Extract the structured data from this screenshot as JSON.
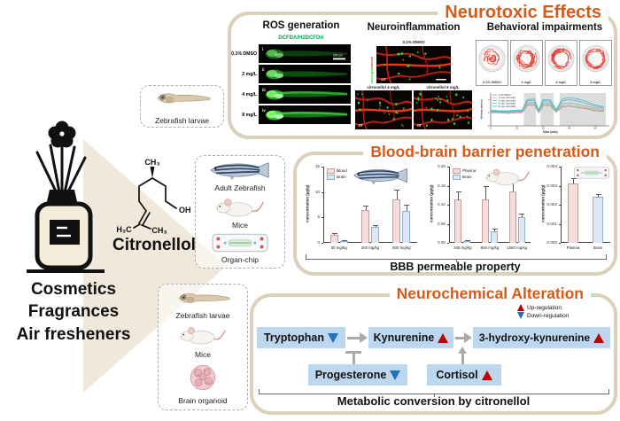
{
  "source": {
    "products": [
      "Cosmetics",
      "Fragrances",
      "Air fresheners"
    ],
    "compound": "Citronellol",
    "structure_labels": {
      "top": "CH₃",
      "oh": "OH",
      "left": "H₃C",
      "right": "CH₃"
    }
  },
  "models": {
    "larvae_top": "Zebrafish larvae",
    "adult_box": [
      "Adult Zebrafish",
      "Mice",
      "Organ-chip"
    ],
    "bottom_box": [
      "Zebrafish larvae",
      "Mice",
      "Brain organoid"
    ]
  },
  "neurotoxic": {
    "title": "Neurotoxic Effects",
    "ros": {
      "title": "ROS generation",
      "stain": "DCFDA/H2DCFDA",
      "scale_bar": "200 μm",
      "rows": [
        {
          "dose": "0.1% DMSO",
          "numeral": "i",
          "intensity": 0.5
        },
        {
          "dose": "2 mg/L",
          "numeral": "ii",
          "intensity": 0.68
        },
        {
          "dose": "4 mg/L",
          "numeral": "iii",
          "intensity": 0.85
        },
        {
          "dose": "8 mg/L",
          "numeral": "iv",
          "intensity": 1.0
        }
      ]
    },
    "neuroinflammation": {
      "title": "Neuroinflammation",
      "conditions": [
        "0.1% DMSO",
        "citronellol 4 mg/L",
        "citronellol 8 mg/L"
      ],
      "region_label": "OT",
      "side_label_green": "microglia",
      "side_label_red": "vessel"
    },
    "behavioral": {
      "title": "Behavioral impairments",
      "dish_labels": [
        "0.1% DMSO",
        "2 mg/L",
        "4 mg/L",
        "8 mg/L"
      ]
    }
  },
  "bbb": {
    "title": "Blood-brain barrier penetration",
    "brace_label": "BBB permeable property"
  },
  "neurochem": {
    "title": "Neurochemical Alteration",
    "legend": {
      "up": "Up-regulation",
      "down": "Down-regulation"
    },
    "nodes": {
      "tryptophan": {
        "label": "Tryptophan",
        "direction": "down"
      },
      "kynurenine": {
        "label": "Kynurenine",
        "direction": "up"
      },
      "hydroxykynurenine": {
        "label": "3-hydroxy-kynurenine",
        "direction": "up"
      },
      "progesterone": {
        "label": "Progesterone",
        "direction": "down"
      },
      "cortisol": {
        "label": "Cortisol",
        "direction": "up"
      }
    },
    "brace_label": "Metabolic conversion by citronellol"
  },
  "colors": {
    "accent_orange": "#D85A17",
    "panel_border": "#DAD2B8",
    "node_blue": "#BDD7EE",
    "up_red": "#C00000",
    "down_blue": "#2272B4",
    "stain_green": "#00A651"
  },
  "chart_data": [
    {
      "type": "bar",
      "id": "zebrafish-bbb",
      "ylabel": "concentration (μg/g)",
      "ylim": [
        0,
        15
      ],
      "yticks": [
        "0",
        "5",
        "10",
        "15"
      ],
      "categories": [
        "50 mg/kg",
        "200 mg/kg",
        "500 mg/kg"
      ],
      "series": [
        {
          "name": "Blood",
          "values": [
            1.5,
            6.5,
            8.5
          ],
          "errors": [
            0.5,
            0.8,
            2.0
          ]
        },
        {
          "name": "Brain",
          "values": [
            0.4,
            3.2,
            6.3
          ],
          "errors": [
            0.15,
            0.3,
            1.2
          ]
        }
      ],
      "colors": [
        {
          "fill": "#F6DDDC",
          "stroke": "#C59C9A"
        },
        {
          "fill": "#DCE8F5",
          "stroke": "#8FAECB"
        }
      ]
    },
    {
      "type": "bar",
      "id": "mice-bbb",
      "ylabel": "concentration (μg/g)",
      "ylim": [
        0,
        0.2
      ],
      "yticks": [
        "0.00",
        "0.05",
        "0.10",
        "0.15",
        "0.20"
      ],
      "categories": [
        "345 mg/kg",
        "850 mg/kg",
        "1650 mg/kg"
      ],
      "series": [
        {
          "name": "Plasma",
          "values": [
            0.113,
            0.114,
            0.135
          ],
          "errors": [
            0.022,
            0.036,
            0.035
          ]
        },
        {
          "name": "Brain",
          "values": [
            0.005,
            0.03,
            0.068
          ],
          "errors": [
            0.002,
            0.008,
            0.01
          ]
        }
      ],
      "colors": [
        {
          "fill": "#F6DDDC",
          "stroke": "#C59C9A"
        },
        {
          "fill": "#DCE8F5",
          "stroke": "#8FAECB"
        }
      ]
    },
    {
      "type": "bar",
      "id": "organ-chip-bbb",
      "ylabel": "concentration (μg/g)",
      "ylim": [
        0,
        0.004
      ],
      "yticks": [
        "0.000",
        "0.001",
        "0.002",
        "0.003",
        "0.004"
      ],
      "categories": [
        "Plasma",
        "Brain"
      ],
      "series": [
        {
          "name": "",
          "values": [
            0.0031,
            0.0024
          ],
          "errors": [
            0.0003,
            0.00015
          ]
        }
      ],
      "colors": [
        {
          "fill": "#F6DDDC",
          "stroke": "#C59C9A"
        },
        {
          "fill": "#DCE8F5",
          "stroke": "#8FAECB"
        }
      ]
    },
    {
      "type": "line",
      "id": "locomotion",
      "xlabel": "Time (min)",
      "ylabel": "Velocity (mm/s)",
      "xlim": [
        0,
        68
      ],
      "ylim": [
        0,
        5
      ],
      "dark_bands": [
        [
          19,
          26
        ],
        [
          28.5,
          36
        ],
        [
          39.5,
          66
        ]
      ],
      "x": [
        0,
        5,
        10,
        15,
        18,
        21,
        25,
        27.5,
        30,
        34,
        37.5,
        41,
        45,
        50,
        55,
        60,
        65
      ],
      "series": [
        {
          "name": "0.1% DMSO",
          "color": "#9a9a9a",
          "values": [
            2.0,
            2.0,
            1.9,
            2.0,
            2.0,
            3.1,
            3.2,
            2.0,
            3.1,
            3.1,
            2.1,
            2.9,
            3.0,
            2.8,
            2.6,
            2.3,
            2.2
          ]
        },
        {
          "name": "1 mg/L citronellol",
          "color": "#ef9ea6",
          "values": [
            2.1,
            2.1,
            2.0,
            2.1,
            2.1,
            3.3,
            3.4,
            2.1,
            3.3,
            3.3,
            2.2,
            3.1,
            3.2,
            3.0,
            2.8,
            2.5,
            2.3
          ]
        },
        {
          "name": "2 mg/L citronellol",
          "color": "#7cc79a",
          "values": [
            2.2,
            2.1,
            2.1,
            2.2,
            2.2,
            3.5,
            3.6,
            2.2,
            3.5,
            3.5,
            2.3,
            3.4,
            3.5,
            3.3,
            3.0,
            2.7,
            2.5
          ]
        },
        {
          "name": "4 mg/L citronellol",
          "color": "#6fa8dc",
          "values": [
            2.3,
            2.2,
            2.2,
            2.3,
            2.3,
            3.8,
            3.9,
            2.3,
            3.8,
            3.8,
            2.4,
            3.8,
            4.0,
            3.8,
            3.4,
            3.0,
            2.7
          ]
        },
        {
          "name": "8 mg/L citronellol",
          "color": "#4fc3c7",
          "values": [
            2.4,
            2.3,
            2.3,
            2.4,
            2.4,
            4.0,
            4.1,
            2.4,
            4.0,
            4.0,
            2.5,
            4.1,
            4.3,
            4.1,
            3.7,
            3.2,
            2.9
          ]
        }
      ]
    }
  ]
}
